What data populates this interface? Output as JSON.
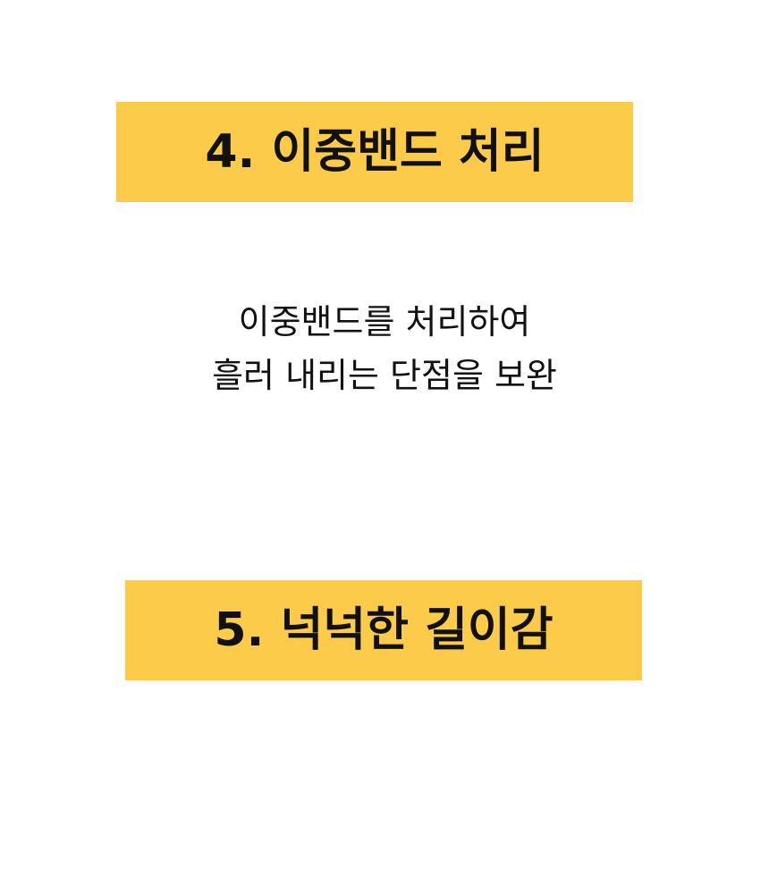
{
  "theme": {
    "banner_color": "#FCCB4A",
    "text_color": "#111111",
    "background": "#FFFFFF"
  },
  "sections": [
    {
      "title": "4. 이중밴드 처리",
      "description_lines": [
        "이중밴드를 처리하여",
        "흘러 내리는 단점을 보완"
      ]
    },
    {
      "title": "5. 넉넉한 길이감"
    }
  ]
}
